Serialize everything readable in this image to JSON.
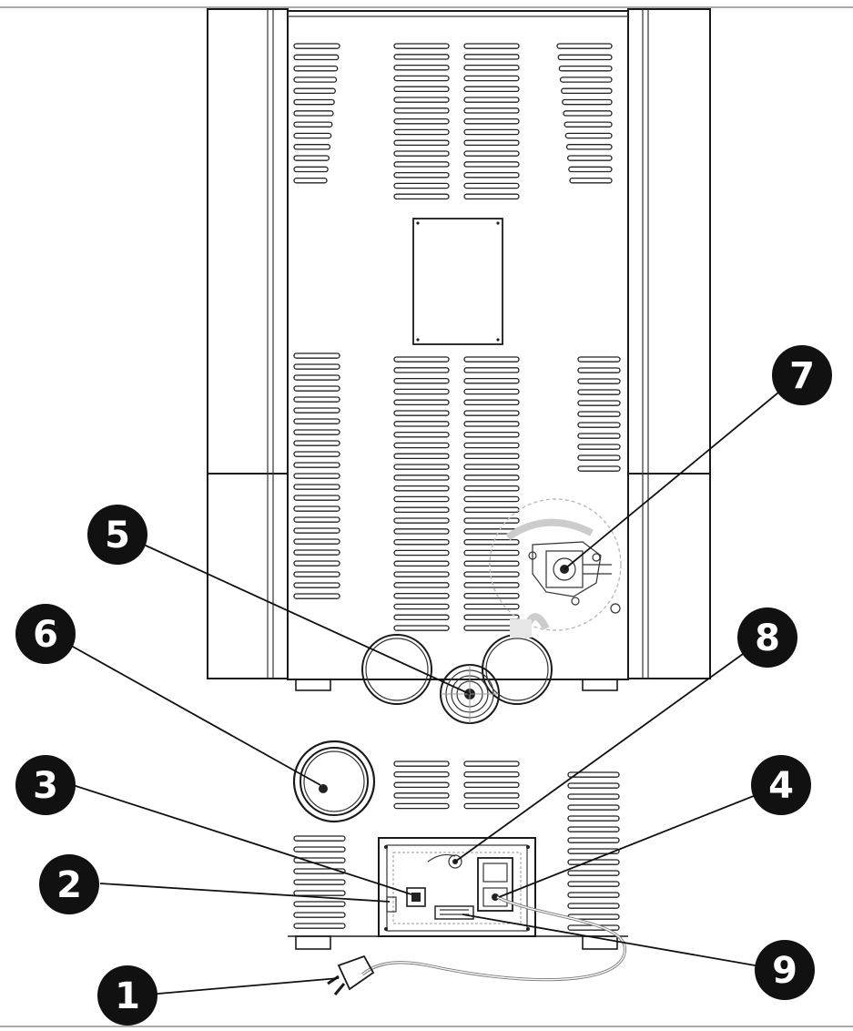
{
  "callouts": [
    {
      "id": "1",
      "label": "1"
    },
    {
      "id": "2",
      "label": "2"
    },
    {
      "id": "3",
      "label": "3"
    },
    {
      "id": "4",
      "label": "4"
    },
    {
      "id": "5",
      "label": "5"
    },
    {
      "id": "6",
      "label": "6"
    },
    {
      "id": "7",
      "label": "7"
    },
    {
      "id": "8",
      "label": "8"
    },
    {
      "id": "9",
      "label": "9"
    }
  ],
  "colors": {
    "ink": "#1a1a1a",
    "badge": "#111111",
    "badge_text": "#ffffff",
    "ghost": "#bbbbbb"
  }
}
